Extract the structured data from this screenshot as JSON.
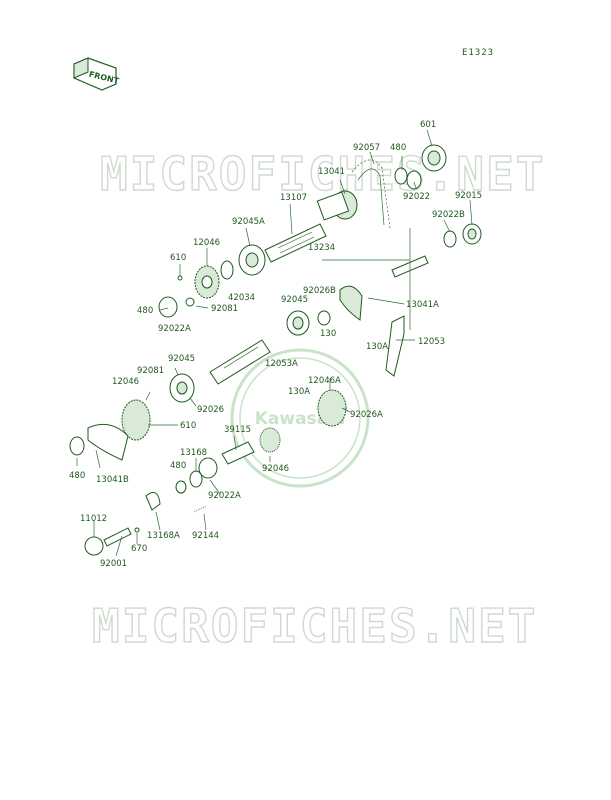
{
  "diagram_code": "E1323",
  "front_label": "FRONT",
  "watermark": "MICROFICHES.NET",
  "logo_text": "Kawasaki",
  "colors": {
    "line": "#1f5a1f",
    "watermark": "#cfd9cf",
    "logo": "#c8e3c8"
  },
  "parts": {
    "p601": "601",
    "p480a": "480",
    "p92057": "92057",
    "p92022": "92022",
    "p92015": "92015",
    "p13041": "13041",
    "p92022b": "92022B",
    "p13107": "13107",
    "p92045a": "92045A",
    "p13234": "13234",
    "p12046a": "12046",
    "p610a": "610",
    "p42034": "42034",
    "p92026b": "92026B",
    "p92045a2": "92045",
    "p13041a": "13041A",
    "p480b": "480",
    "p92081a": "92081",
    "p92022a": "92022A",
    "p130a": "130",
    "p12053": "12053",
    "p130b": "130A",
    "p12053a": "12053A",
    "p92045b": "92045",
    "p130c": "130A",
    "p12046b": "12046A",
    "p92081b": "92081",
    "p12046c": "12046",
    "p92026": "92026",
    "p92026a": "92026A",
    "p610b": "610",
    "p39115": "39115",
    "p13168": "13168",
    "p480c": "480",
    "p13041b": "13041B",
    "p92046": "92046",
    "p480d": "480",
    "p92022a2": "92022A",
    "p11012": "11012",
    "p13168a": "13168A",
    "p92144": "92144",
    "p670": "670",
    "p92001": "92001"
  }
}
